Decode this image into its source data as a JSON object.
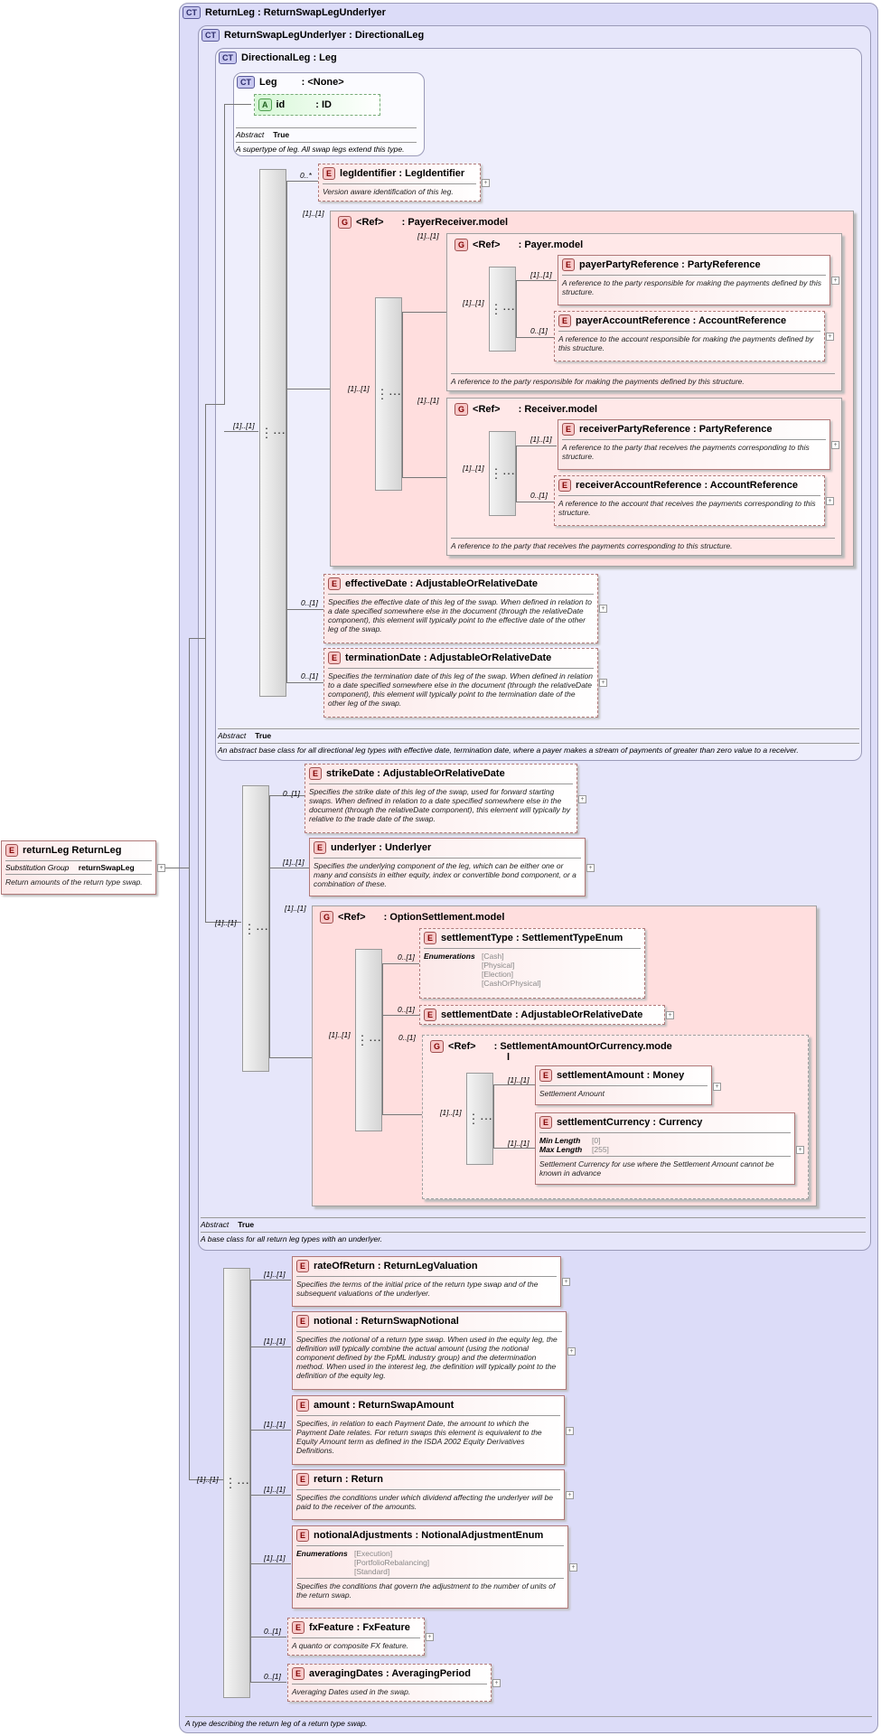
{
  "root": {
    "name": "returnLeg",
    "type": "ReturnLeg",
    "sg_label": "Substitution Group",
    "sg_value": "returnSwapLeg",
    "doc": "Return amounts of the return type swap."
  },
  "ct_returnleg": {
    "title": "ReturnLeg : ReturnSwapLegUnderlyer",
    "doc": "A type describing the return leg of a return type swap."
  },
  "ct_underlyer": {
    "title": "ReturnSwapLegUnderlyer : DirectionalLeg",
    "abstract_label": "Abstract",
    "abstract_value": "True",
    "doc": "A base class for all return leg types with an underlyer."
  },
  "ct_directional": {
    "title": "DirectionalLeg : Leg",
    "abstract_label": "Abstract",
    "abstract_value": "True",
    "doc": "An abstract base class for all directional leg types with effective date, termination date, where a payer makes a stream of payments of greater than zero value to a receiver."
  },
  "ct_leg": {
    "title": "Leg",
    "type": ": <None>",
    "attr_name": "id",
    "attr_type": ": ID",
    "abstract_label": "Abstract",
    "abstract_value": "True",
    "doc": "A supertype of leg. All swap legs extend this type."
  },
  "badges": {
    "ct": "CT",
    "e": "E",
    "g": "G",
    "a": "A"
  },
  "cards": {
    "c0n": "0..*",
    "c11": "[1]..[1]",
    "c01": "0..[1]",
    "c11b": "[1]..[1]",
    "c1": "[1]..[1]"
  },
  "dir_elements": {
    "legIdentifier": {
      "name": "legIdentifier",
      "type": ": LegIdentifier",
      "doc": "Version aware identification of this leg."
    },
    "effectiveDate": {
      "name": "effectiveDate",
      "type": ": AdjustableOrRelativeDate",
      "doc": "Specifies the effective date of this leg of the swap. When defined in relation to a date specified somewhere else in the document (through the relativeDate component), this element will typically point to the effective date of the other leg of the swap."
    },
    "terminationDate": {
      "name": "terminationDate",
      "type": ": AdjustableOrRelativeDate",
      "doc": "Specifies the termination date of this leg of the swap. When defined in relation to a date specified somewhere else in the document (through the relativeDate component), this element will typically point to the termination date of the other leg of the swap."
    }
  },
  "payer_receiver": {
    "ref": "<Ref>",
    "name": ": PayerReceiver.model",
    "payer": {
      "ref": "<Ref>",
      "name": ": Payer.model",
      "doc": "A reference to the party responsible for making the payments defined by this structure."
    },
    "payerPartyReference": {
      "name": "payerPartyReference",
      "type": ": PartyReference",
      "doc": "A reference to the party responsible for making the payments defined by this structure."
    },
    "payerAccountReference": {
      "name": "payerAccountReference",
      "type": ": AccountReference",
      "doc": "A reference to the account responsible for making the payments defined by this structure."
    },
    "receiver": {
      "ref": "<Ref>",
      "name": ": Receiver.model",
      "doc": "A reference to the party that receives the payments corresponding to this structure."
    },
    "receiverPartyReference": {
      "name": "receiverPartyReference",
      "type": ": PartyReference",
      "doc": "A reference to the party that receives the payments corresponding to this structure."
    },
    "receiverAccountReference": {
      "name": "receiverAccountReference",
      "type": ": AccountReference",
      "doc": "A reference to the account that receives the payments corresponding to this structure."
    }
  },
  "underlyer_elements": {
    "strikeDate": {
      "name": "strikeDate",
      "type": ": AdjustableOrRelativeDate",
      "doc": "Specifies the strike date of this leg of the swap, used for forward starting swaps. When defined in relation to a date specified somewhere else in the document (through the relativeDate component), this element will typically by relative to the trade date of the swap."
    },
    "underlyer": {
      "name": "underlyer",
      "type": ": Underlyer",
      "doc": "Specifies the underlying component of the leg, which can be either one or many and consists in either equity, index or convertible bond component, or a combination of these."
    }
  },
  "option_settlement": {
    "ref": "<Ref>",
    "name": ": OptionSettlement.model",
    "settlementType": {
      "name": "settlementType",
      "type": ": SettlementTypeEnum",
      "enum_label": "Enumerations",
      "enums": [
        "[Cash]",
        "[Physical]",
        "[Election]",
        "[CashOrPhysical]"
      ]
    },
    "settlementDate": {
      "name": "settlementDate",
      "type": ": AdjustableOrRelativeDate"
    },
    "amount_or_currency": {
      "ref": "<Ref>",
      "name_line1": ": SettlementAmountOrCurrency.mode",
      "name_line2": "l"
    },
    "settlementAmount": {
      "name": "settlementAmount",
      "type": ": Money",
      "doc": "Settlement Amount"
    },
    "settlementCurrency": {
      "name": "settlementCurrency",
      "type": ": Currency",
      "min_label": "Min Length",
      "min_value": "[0]",
      "max_label": "Max Length",
      "max_value": "[255]",
      "doc": "Settlement Currency for use where the Settlement Amount cannot be known in advance"
    }
  },
  "return_elements": {
    "rateOfReturn": {
      "name": "rateOfReturn",
      "type": ": ReturnLegValuation",
      "doc": "Specifies the terms of the initial price of the return type swap and of the subsequent valuations of the underlyer."
    },
    "notional": {
      "name": "notional",
      "type": ": ReturnSwapNotional",
      "doc": "Specifies the notional of a return type swap. When used in the equity leg, the definition will typically combine the actual amount (using the notional component defined by the FpML industry group) and the determination method. When used in the interest leg, the definition will typically point to the definition of the equity leg."
    },
    "amount": {
      "name": "amount",
      "type": ": ReturnSwapAmount",
      "doc": "Specifies, in relation to each Payment Date, the amount to which the Payment Date relates. For return swaps this element is equivalent to the Equity Amount term as defined in the ISDA 2002 Equity Derivatives Definitions."
    },
    "return": {
      "name": "return",
      "type": ": Return",
      "doc": "Specifies the conditions under which dividend affecting the underlyer will be paid to the receiver of the amounts."
    },
    "notionalAdjustments": {
      "name": "notionalAdjustments",
      "type": ": NotionalAdjustmentEnum",
      "enum_label": "Enumerations",
      "enums": [
        "[Execution]",
        "[PortfolioRebalancing]",
        "[Standard]"
      ],
      "doc": "Specifies the conditions that govern the adjustment to the number of units of the return swap."
    },
    "fxFeature": {
      "name": "fxFeature",
      "type": ": FxFeature",
      "doc": "A quanto or composite FX feature."
    },
    "averagingDates": {
      "name": "averagingDates",
      "type": ": AveragingPeriod",
      "doc": "Averaging Dates used in the swap."
    }
  },
  "icons": {
    "sequence": "sequence-icon",
    "expand": "plus-icon"
  }
}
